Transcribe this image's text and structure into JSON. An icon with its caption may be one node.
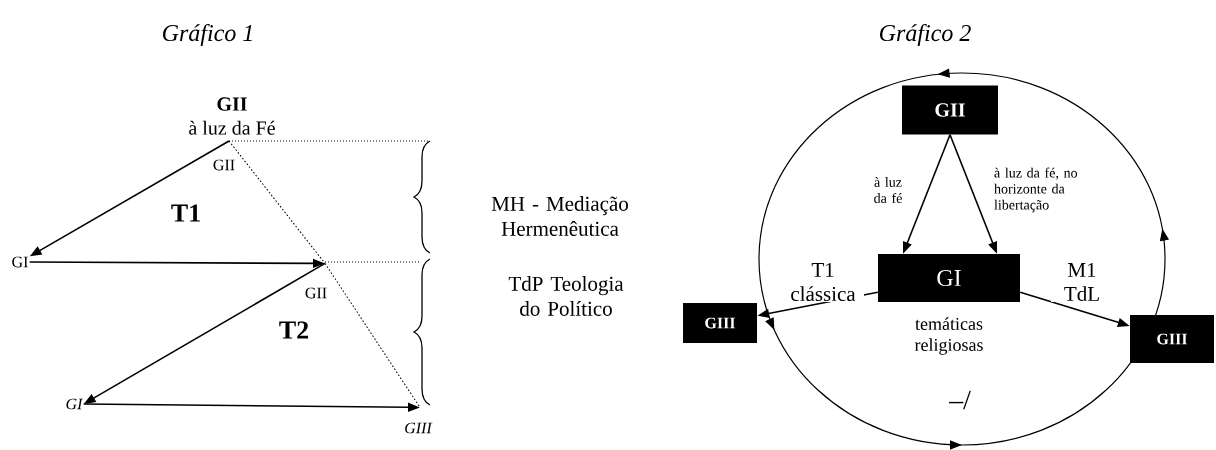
{
  "diagram": {
    "nodes": [
      {
        "text": [
          "GII",
          "à luz da Fé"
        ],
        "beside": [
          "GII"
        ]
      },
      {
        "text": [
          "GI"
        ]
      },
      {
        "text": [
          "GII"
        ]
      },
      {
        "text": [
          "GI"
        ]
      },
      {
        "text": [
          "GIII"
        ]
      },
      {
        "text": [
          "GII"
        ]
      },
      {
        "text": [
          "GI"
        ],
        "beside": [
          "temáticas religiosas"
        ]
      },
      {
        "text": [
          "GIII"
        ]
      },
      {
        "text": [
          "GIII"
        ]
      }
    ],
    "edges": [
      {
        "from": 0,
        "to": 1,
        "arrow": "to"
      },
      {
        "from": 1,
        "to": 2,
        "arrow": "to"
      },
      {
        "from": 2,
        "to": 3,
        "arrow": "to"
      },
      {
        "from": 3,
        "to": 4,
        "arrow": "to"
      },
      {
        "from": 0,
        "to": 2,
        "arrow": "none",
        "style": "dashed"
      },
      {
        "from": 2,
        "to": 4,
        "arrow": "none",
        "style": "dashed"
      },
      {
        "from": 5,
        "to": 6,
        "arrow": "to",
        "label": "à luz da fé"
      },
      {
        "from": 5,
        "to": 6,
        "arrow": "to",
        "label": "à luz da fé, no horizonte da libertação"
      },
      {
        "from": 6,
        "to": 7,
        "arrow": "to",
        "label": "T1 clássica"
      },
      {
        "from": 6,
        "to": 8,
        "arrow": "to",
        "label": "M1 TdL"
      }
    ],
    "labels": [
      "Gráfico 1",
      "Gráfico 2",
      "T1",
      "T2",
      "MH - Mediação Hermenêutica",
      "TdP Teologia do Político",
      "–/"
    ]
  }
}
